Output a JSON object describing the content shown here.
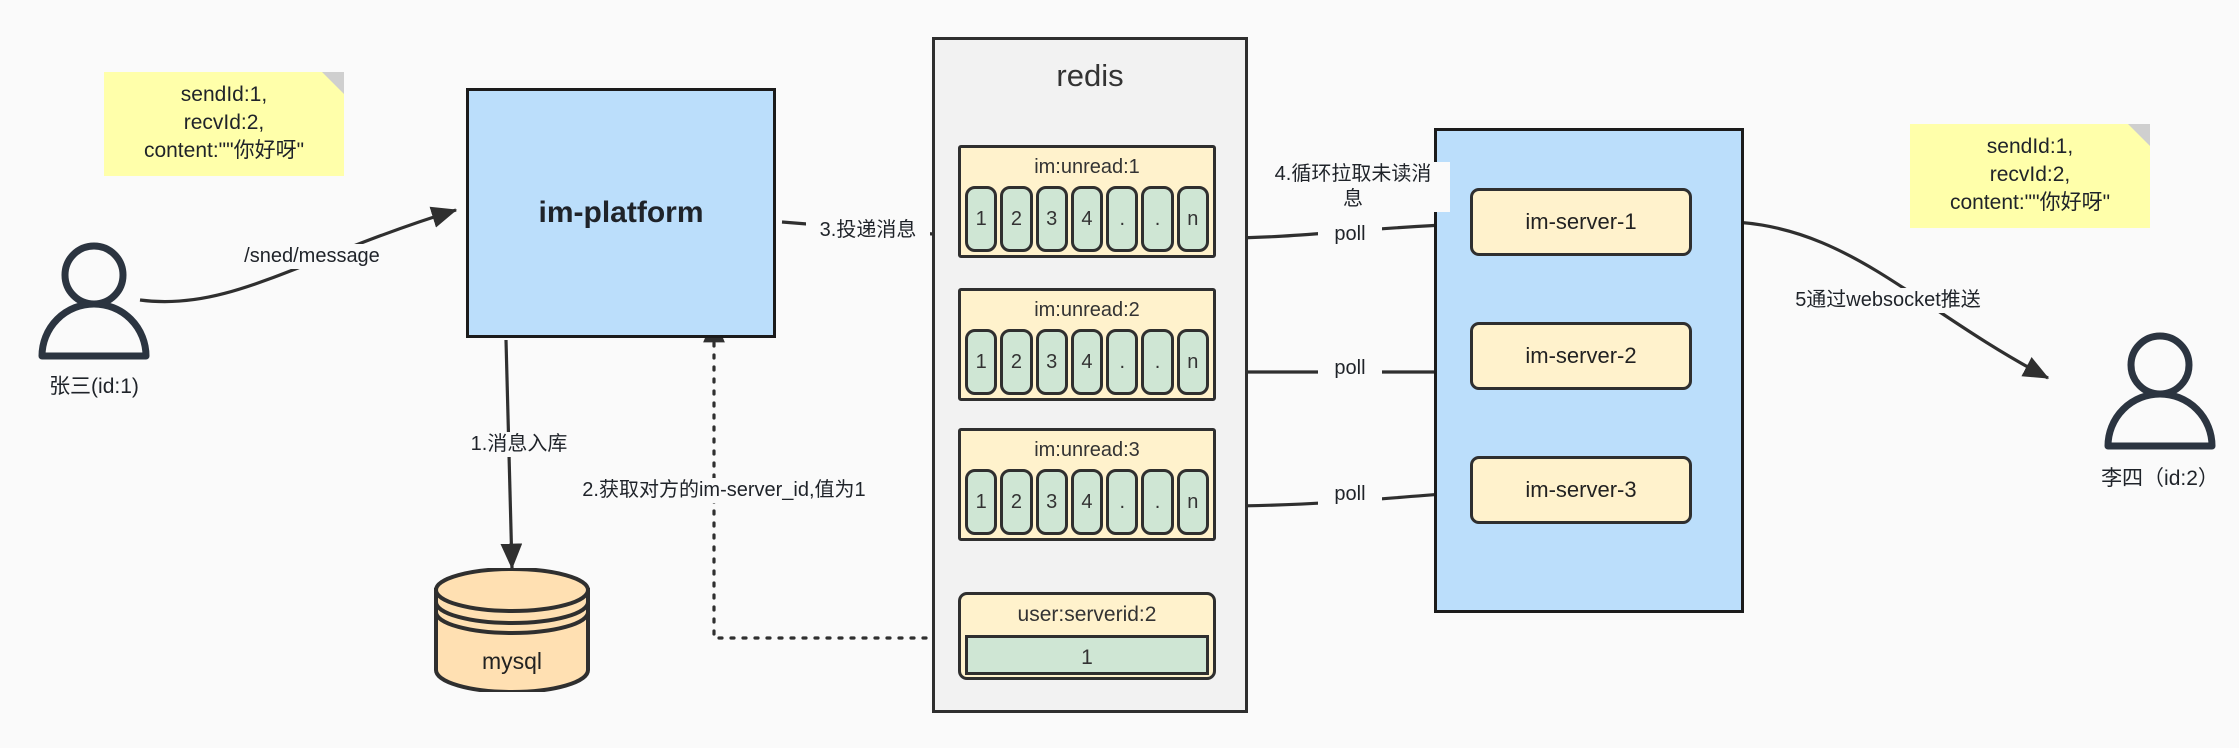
{
  "diagram": {
    "title": "IM message delivery architecture",
    "colors": {
      "background": "#fafafa",
      "note": "#ffffaa",
      "blue": "#bbdefb",
      "yellow": "#fff2cc",
      "green": "#cfe6d4",
      "orange": "#ffe0b2",
      "gray": "#f2f2f2",
      "stroke": "#2f2f2f"
    }
  },
  "notes": {
    "left": "sendId:1,\nrecvId:2,\ncontent:\"\"你好呀\"",
    "right": "sendId:1,\nrecvId:2,\ncontent:\"\"你好呀\""
  },
  "actors": {
    "sender": {
      "label": "张三(id:1)",
      "icon": "person-icon"
    },
    "receiver": {
      "label": "李四（id:2）",
      "icon": "person-icon"
    }
  },
  "platform": {
    "label": "im-platform"
  },
  "database": {
    "label": "mysql",
    "icon": "database-cylinder-icon"
  },
  "redis": {
    "title": "redis",
    "lists": [
      {
        "key": "im:unread:1",
        "cells": [
          "1",
          "2",
          "3",
          "4",
          ".",
          ".",
          "n"
        ]
      },
      {
        "key": "im:unread:2",
        "cells": [
          "1",
          "2",
          "3",
          "4",
          ".",
          ".",
          "n"
        ]
      },
      {
        "key": "im:unread:3",
        "cells": [
          "1",
          "2",
          "3",
          "4",
          ".",
          ".",
          "n"
        ]
      }
    ],
    "kv": {
      "key": "user:serverid:2",
      "value": "1"
    }
  },
  "servers": {
    "items": [
      {
        "label": "im-server-1"
      },
      {
        "label": "im-server-2"
      },
      {
        "label": "im-server-3"
      }
    ]
  },
  "edges": {
    "send_message": "/sned/message",
    "step1": "1.消息入库",
    "step2": "2.获取对方的im-server_id,值为1",
    "step3": "3.投递消息",
    "step4": "4.循环拉取未读消\n息",
    "poll1": "poll",
    "poll2": "poll",
    "poll3": "poll",
    "step5": "5通过websocket推送"
  }
}
